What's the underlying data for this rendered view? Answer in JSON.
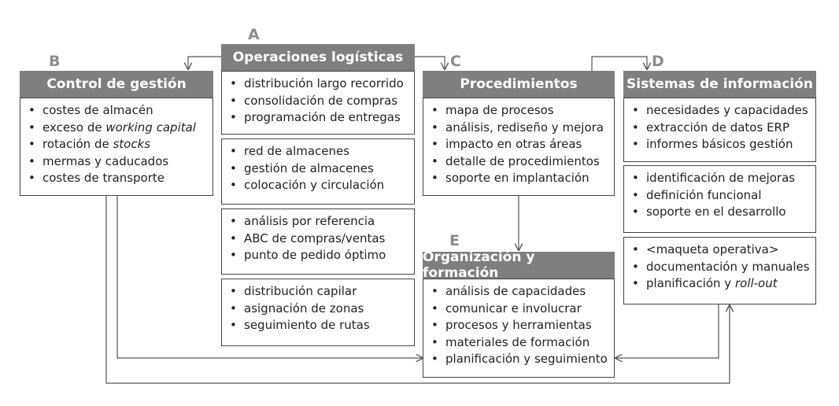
{
  "sections": {
    "a": {
      "letter": "A",
      "title": "Operaciones logísticas"
    },
    "b": {
      "letter": "B",
      "title": "Control de gestión"
    },
    "c": {
      "letter": "C",
      "title": "Procedimientos"
    },
    "d": {
      "letter": "D",
      "title": "Sistemas de información"
    },
    "e": {
      "letter": "E",
      "title": "Organización y formación"
    }
  },
  "a_box1": [
    "distribución largo recorrido",
    "consolidación de compras",
    "programación de entregas"
  ],
  "a_box2": [
    "red de almacenes",
    "gestión de almacenes",
    "colocación y circulación"
  ],
  "a_box3": [
    "análisis por referencia",
    "ABC de compras/ventas",
    "punto de pedido óptimo"
  ],
  "a_box4": [
    "distribución capilar",
    "asignación de zonas",
    "seguimiento de rutas"
  ],
  "b_box": {
    "item1": "costes de almacén",
    "item2_prefix": "exceso de ",
    "item2_italic": "working capital",
    "item3_prefix": "rotación de ",
    "item3_italic": "stocks",
    "item4": "mermas y caducados",
    "item5": "costes de transporte"
  },
  "c_box": [
    "mapa de procesos",
    "análisis, rediseño y mejora",
    "impacto en otras áreas",
    "detalle de procedimientos",
    "soporte en implantación"
  ],
  "d_box1": [
    "necesidades y capacidades",
    "extracción de datos ERP",
    "informes básicos gestión"
  ],
  "d_box2": [
    "identificación de mejoras",
    "definición funcional",
    "soporte en el desarrollo"
  ],
  "d_box3": {
    "item1": "<maqueta operativa>",
    "item2": "documentación y manuales",
    "item3_prefix": "planificación y ",
    "item3_italic": "roll-out"
  },
  "e_box": [
    "análisis de capacidades",
    "comunicar e involucrar",
    "procesos y herramientas",
    "materiales de formación",
    "planificación y seguimiento"
  ],
  "colors": {
    "header_bg": "#7f7f7f",
    "header_text": "#ffffff",
    "letter": "#8c8c8c",
    "border": "#444444",
    "line": "#555555"
  }
}
